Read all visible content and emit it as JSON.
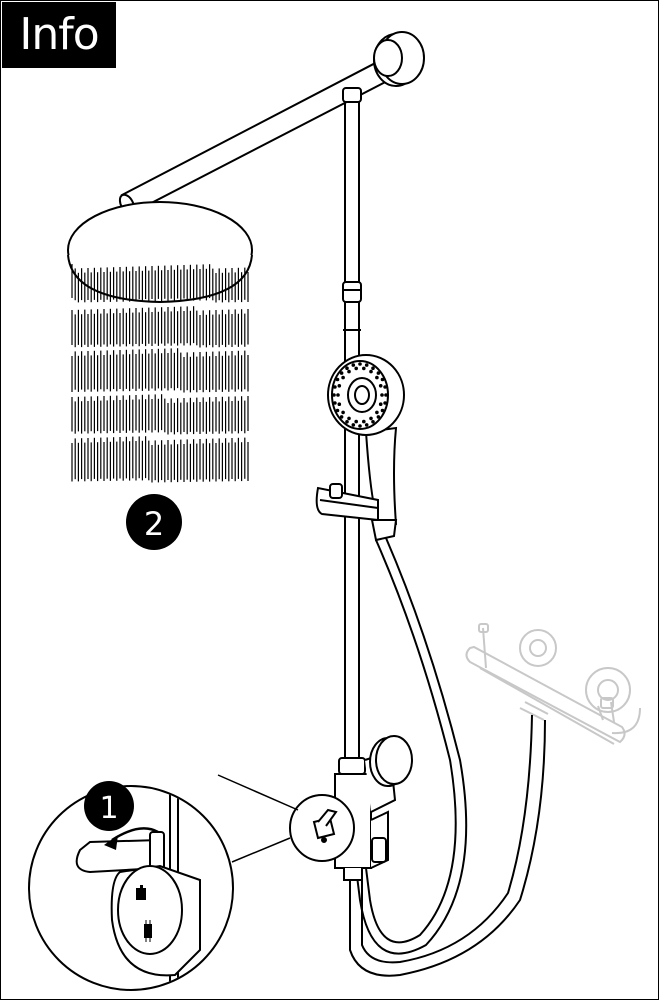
{
  "header": {
    "label": "Info"
  },
  "steps": [
    {
      "number": "1",
      "description_icon": "rotate-lever-arrow"
    },
    {
      "number": "2",
      "description_icon": "rain-shower-flow"
    }
  ],
  "colors": {
    "ink": "#000000",
    "ghost": "#c8c8c8",
    "paper": "#ffffff"
  }
}
